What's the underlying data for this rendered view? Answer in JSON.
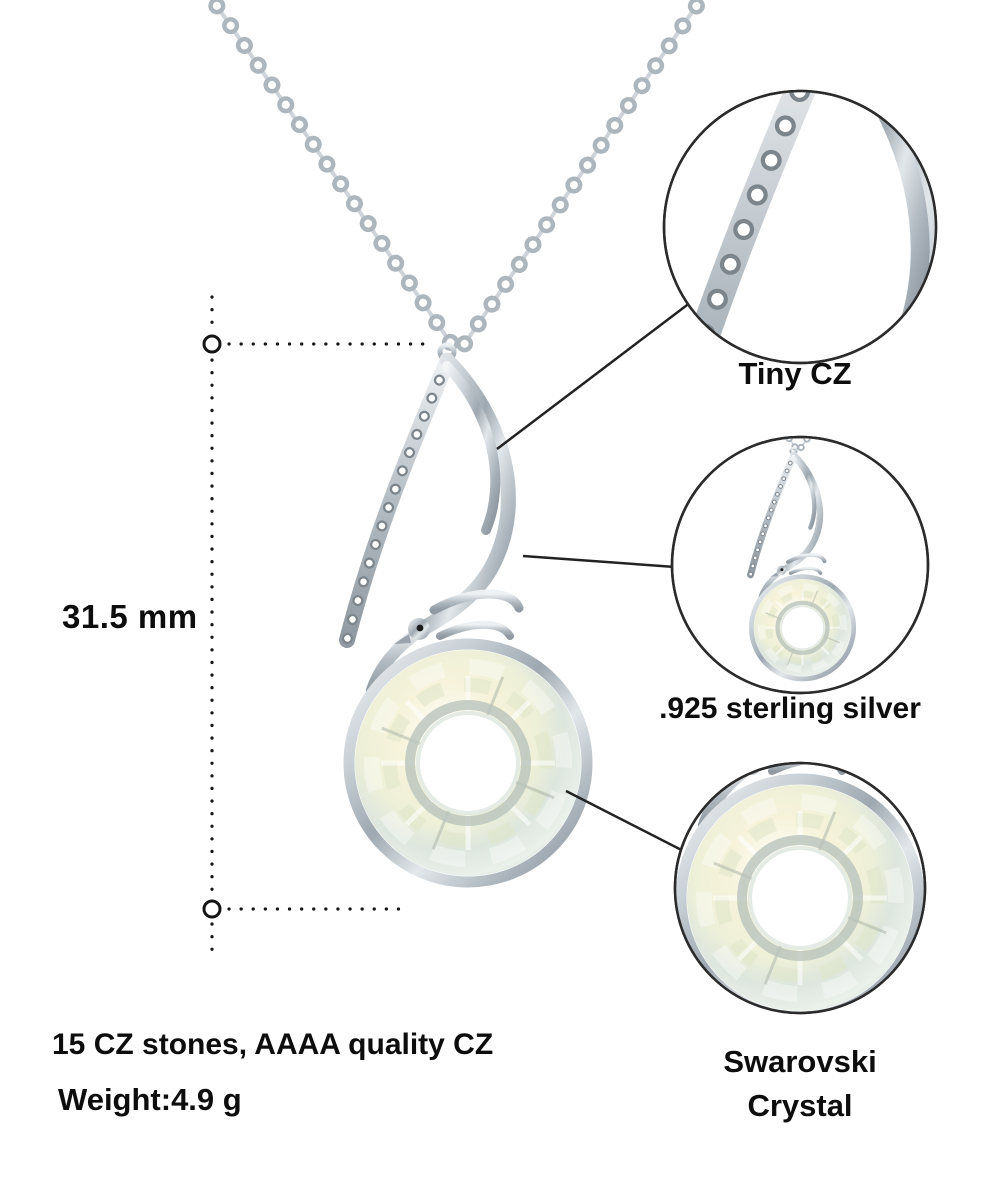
{
  "figure": {
    "measurement_label": "31.5 mm",
    "specs": {
      "stones": "15 CZ stones, AAAA quality CZ",
      "weight": "Weight:4.9 g"
    },
    "callouts": [
      {
        "label": "Tiny CZ"
      },
      {
        "label": ".925 sterling silver"
      },
      {
        "label": "Swarovski Crystal"
      }
    ],
    "colors": {
      "background": "#ffffff",
      "silver": "#aab3bb",
      "silver_light": "#e8ecef",
      "silver_dark": "#868f97",
      "crystal_tint": "#f0eed5",
      "crystal_blue": "#dde6de",
      "annotation": "#1a1a1a"
    }
  }
}
